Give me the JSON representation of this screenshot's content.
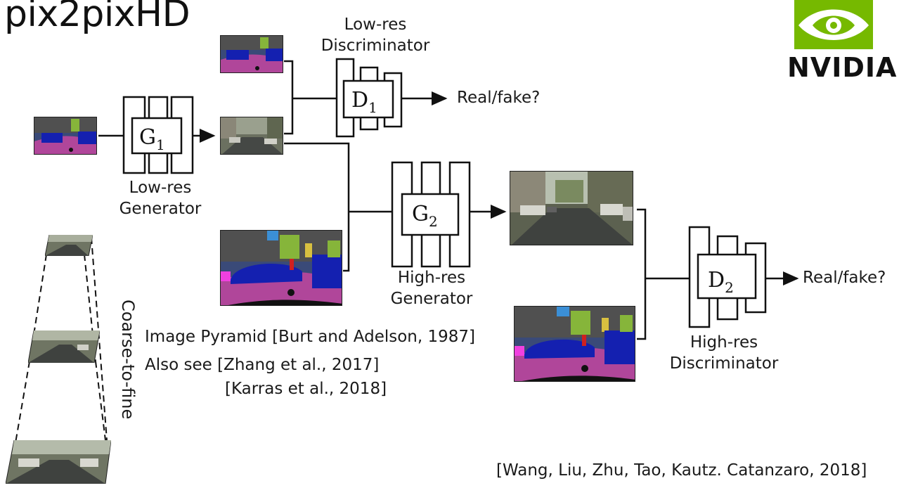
{
  "slide": {
    "title": "pix2pixHD",
    "logo_text": "NVIDIA",
    "low_res_discriminator_label": [
      "Low-res",
      "Discriminator"
    ],
    "low_res_generator_label": [
      "Low-res",
      "Generator"
    ],
    "high_res_generator_label": [
      "High-res",
      "Generator"
    ],
    "high_res_discriminator_label": [
      "High-res",
      "Discriminator"
    ],
    "d1_symbol": "D",
    "d1_subscript": "1",
    "g1_symbol": "G",
    "g1_subscript": "1",
    "g2_symbol": "G",
    "g2_subscript": "2",
    "d2_symbol": "D",
    "d2_subscript": "2",
    "real_fake_1": "Real/fake?",
    "real_fake_2": "Real/fake?",
    "coarse_to_fine": "Coarse-to-fine",
    "references": [
      "Image Pyramid [Burt and Adelson, 1987]",
      "Also see [Zhang et al., 2017]",
      "[Karras et al., 2018]"
    ],
    "citation": "[Wang, Liu, Zhu, Tao, Kautz. Catanzaro, 2018]"
  },
  "colors": {
    "logo_green": "#76b900",
    "seg_sky": "#3a4a78",
    "seg_road": "#b0469a",
    "seg_car": "#1420b0",
    "seg_tree": "#86b53a",
    "seg_sidewalk": "#f040e0",
    "seg_building": "#505050"
  }
}
